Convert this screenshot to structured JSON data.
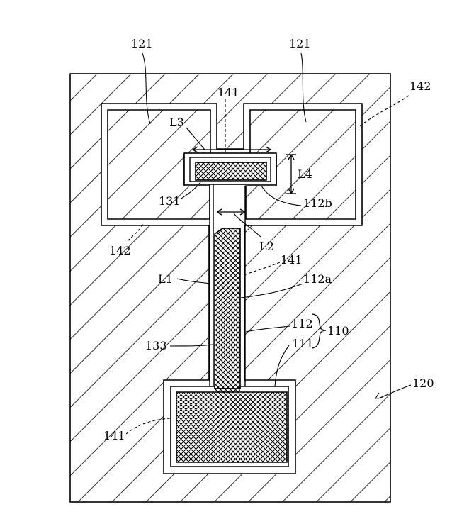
{
  "labels": {
    "l121_left": "121",
    "l121_right": "121",
    "l142_right": "142",
    "l141_top": "141",
    "l_L3": "L3",
    "l_L4": "L4",
    "l131": "131",
    "l112b": "112b",
    "l142_left": "142",
    "l_L2": "L2",
    "l141_mid": "141",
    "l_L1": "L1",
    "l112a": "112a",
    "l112": "112",
    "l110": "110",
    "l111": "111",
    "l133": "133",
    "l120": "120",
    "l141_bottom": "141"
  }
}
